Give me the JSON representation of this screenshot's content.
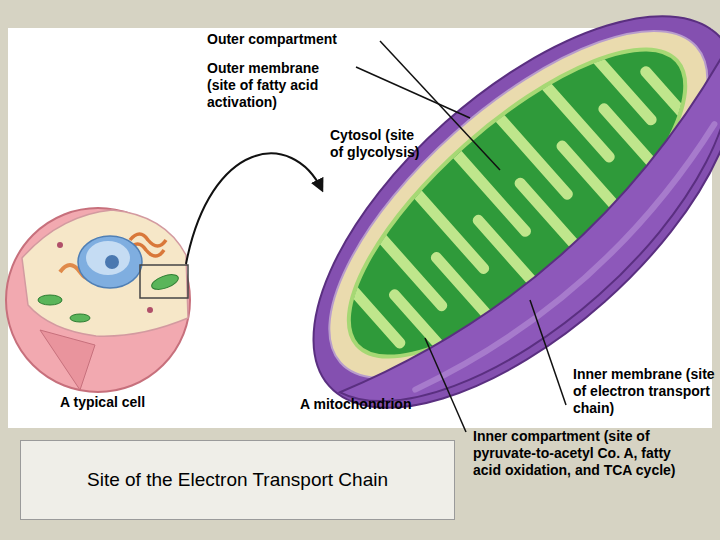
{
  "diagram": {
    "title": "Site of the Electron Transport Chain",
    "labels": [
      "Outer compartment",
      "Outer membrane (site of fatty acid activation)",
      "Cytosol (site of glycolysis)",
      "A typical cell",
      "A mitochondrion",
      "Inner membrane (site of electron transport chain)",
      "Inner compartment (site of pyruvate-to-acetyl Co. A, fatty acid oxidation, and TCA cycle)"
    ]
  }
}
